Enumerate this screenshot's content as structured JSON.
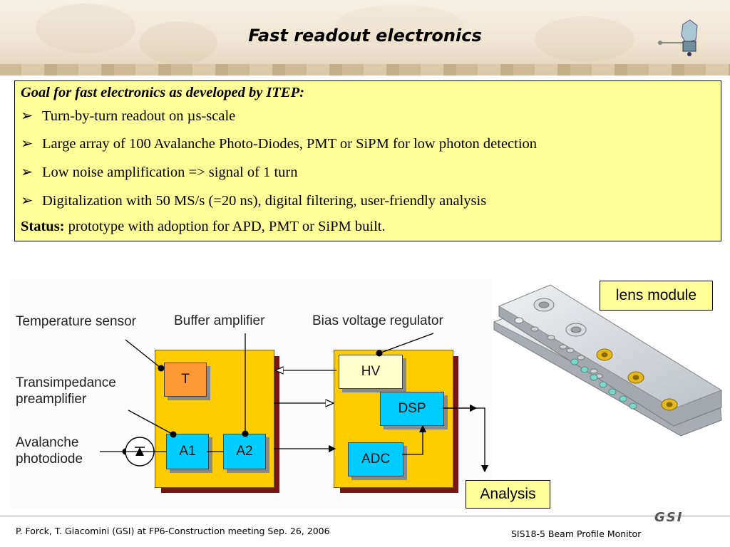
{
  "title": "Fast readout electronics",
  "goal": {
    "heading": "Goal for fast electronics as developed by ITEP:",
    "bullets": [
      "Turn-by-turn readout on µs-scale",
      "Large array of 100 Avalanche Photo-Diodes, PMT or SiPM for low photon detection",
      "Low noise amplification => signal of 1 turn",
      "Digitalization with 50 MS/s (=20 ns), digital filtering, user-friendly analysis"
    ],
    "status_label": "Status:",
    "status_text": " prototype with adoption for APD, PMT or SiPM built."
  },
  "diagram": {
    "labels": {
      "temperature_sensor": "Temperature sensor",
      "transimpedance": "Transimpedance preamplifier",
      "apd": "Avalanche photodiode",
      "buffer": "Buffer amplifier",
      "bias": "Bias voltage regulator"
    },
    "blocks": {
      "t": "T",
      "a1": "A1",
      "a2": "A2",
      "hv": "HV",
      "dsp": "DSP",
      "adc": "ADC"
    },
    "colors": {
      "panel": "#ffcc00",
      "block_blue": "#00ccff",
      "block_orange": "#ff9933",
      "block_hv": "#ffffcc"
    }
  },
  "analysis_label": "Analysis",
  "lens_module_label": "lens module",
  "footer": {
    "left": "P. Forck, T. Giacomini (GSI) at FP6-Construction meeting Sep. 26, 2006",
    "right": "SIS18-5 Beam Profile Monitor",
    "logo": "GSI"
  }
}
